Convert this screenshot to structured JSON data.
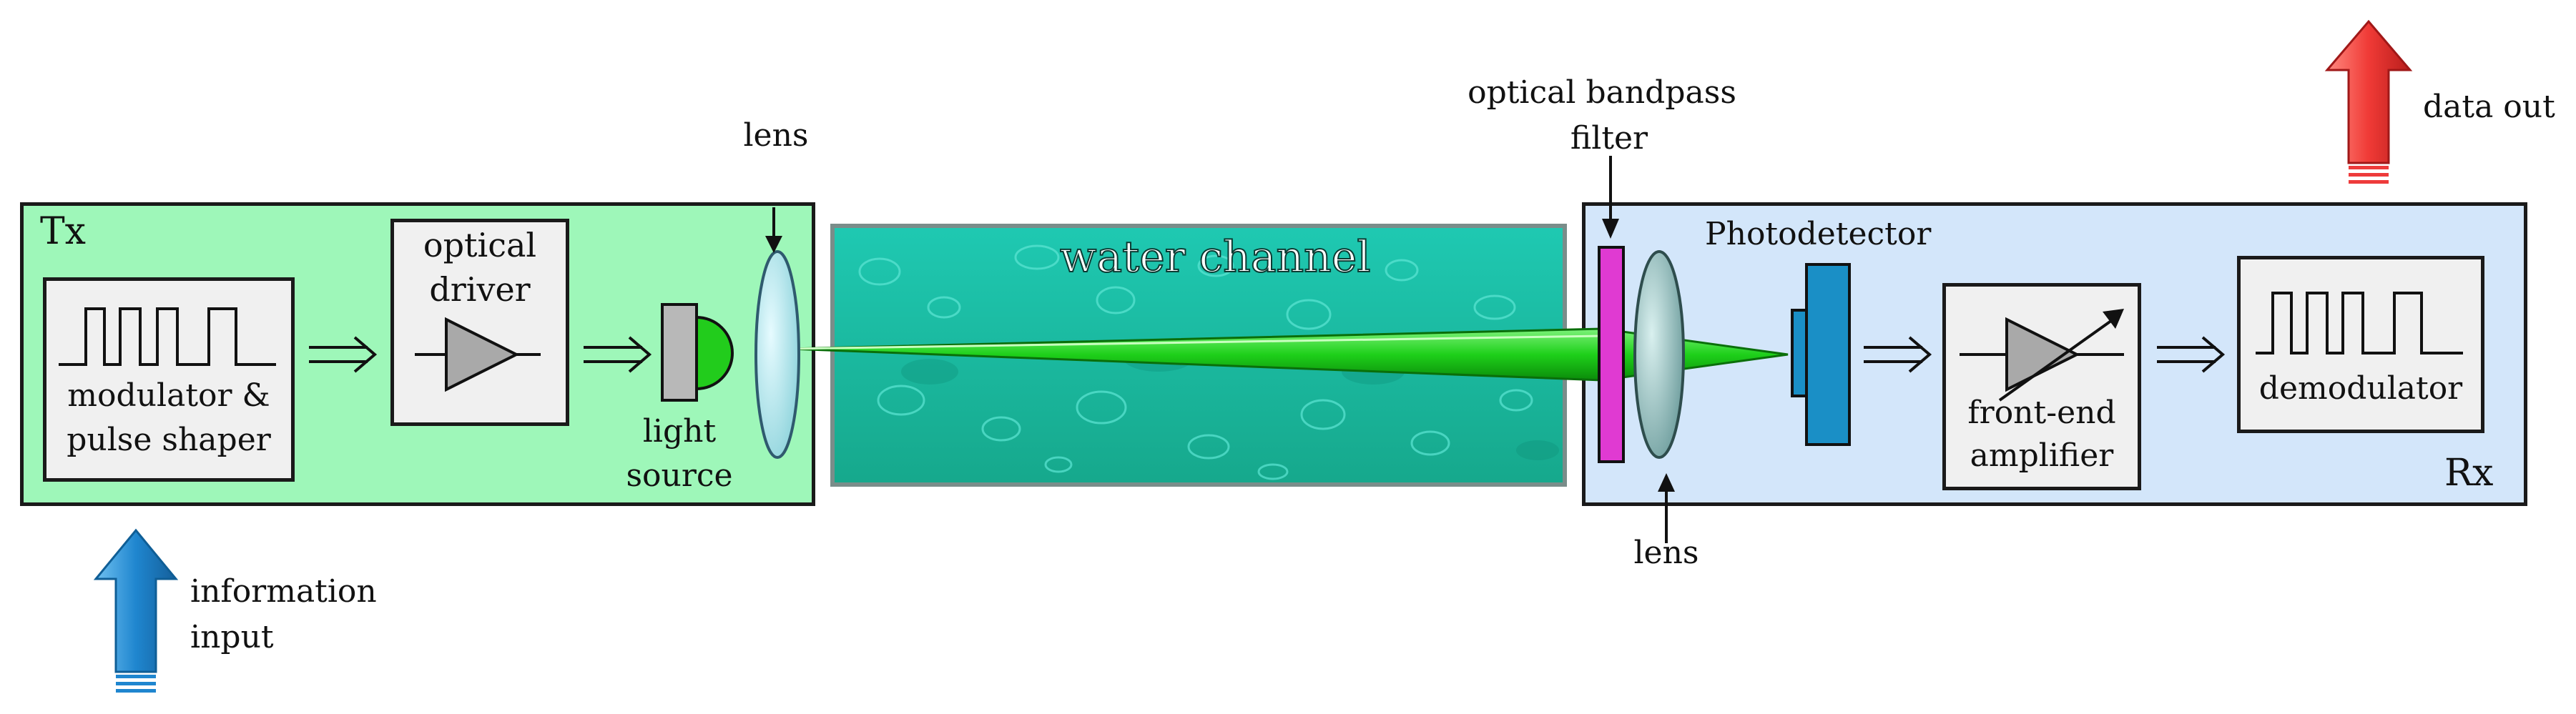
{
  "tx": {
    "label": "Tx",
    "modulator_line1": "modulator &",
    "modulator_line2": "pulse shaper",
    "driver_line1": "optical",
    "driver_line2": "driver",
    "source_line1": "light",
    "source_line2": "source",
    "lens": "lens"
  },
  "channel": {
    "label": "water channel"
  },
  "rx": {
    "label": "Rx",
    "filter_line1": "optical bandpass",
    "filter_line2": "filter",
    "photodetector": "Photodetector",
    "lens": "lens",
    "amp_line1": "front-end",
    "amp_line2": "amplifier",
    "demodulator": "demodulator"
  },
  "io": {
    "input_line1": "information",
    "input_line2": "input",
    "output": "data out"
  },
  "colors": {
    "tx_panel": "#9ef7b9",
    "rx_panel": "#d3e6fa",
    "water": "#1fbfa6",
    "beam": "#22d61e",
    "filter": "#e03ad2",
    "photodetector": "#1a8fc6",
    "input_arrow": "#2a8fd0",
    "output_arrow": "#ee3b3b"
  },
  "icons": [
    "square-wave-icon",
    "driver-triangle-icon",
    "light-source-icon",
    "lens-icon",
    "filter-icon",
    "photodetector-icon",
    "variable-amplifier-icon",
    "arrow-up-icon",
    "double-arrow-icon"
  ]
}
